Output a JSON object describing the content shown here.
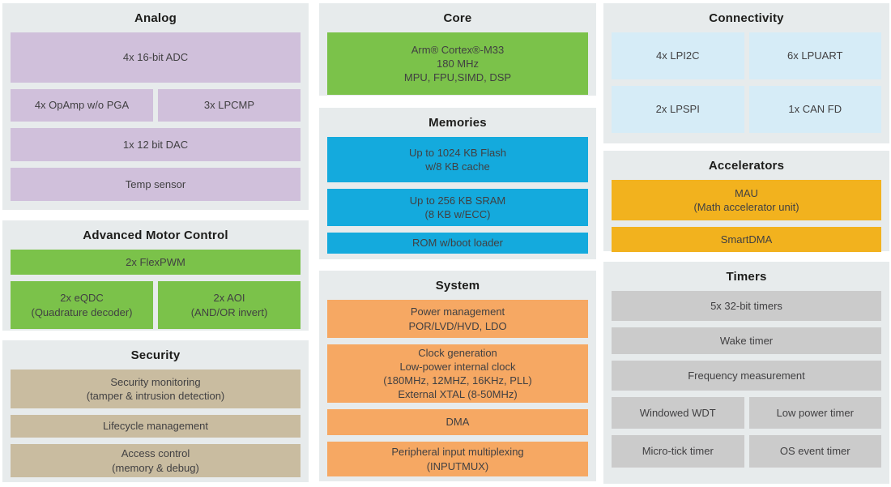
{
  "colors": {
    "panel_bg": "#e7ebec",
    "analog_purple": "#d0c0db",
    "green": "#7bc24a",
    "security_tan": "#c9bca0",
    "memory_blue": "#14aadd",
    "system_orange": "#f6a863",
    "connectivity_blue": "#d6ecf7",
    "accelerator_amber": "#f2b21e",
    "timer_gray": "#cbcbcb",
    "title_text": "#1d1d1b",
    "block_text": "#414042"
  },
  "panels": {
    "analog": {
      "title": "Analog",
      "adc": "4x 16-bit ADC",
      "opamp": "4x OpAmp w/o PGA",
      "lpcmp": "3x LPCMP",
      "dac": "1x 12 bit DAC",
      "temp_sensor": "Temp sensor"
    },
    "motor": {
      "title": "Advanced Motor Control",
      "flexpwm": "2x FlexPWM",
      "eqdc": {
        "line1": "2x eQDC",
        "line2": "(Quadrature decoder)"
      },
      "aoi": {
        "line1": "2x AOI",
        "line2": "(AND/OR invert)"
      }
    },
    "security": {
      "title": "Security",
      "monitoring": {
        "line1": "Security monitoring",
        "line2": "(tamper & intrusion detection)"
      },
      "lifecycle": "Lifecycle management",
      "access": {
        "line1": "Access control",
        "line2": "(memory & debug)"
      }
    },
    "core": {
      "title": "Core",
      "cpu": {
        "line1": "Arm® Cortex®-M33",
        "line2": "180 MHz",
        "line3": "MPU, FPU,SIMD, DSP"
      }
    },
    "memories": {
      "title": "Memories",
      "flash": {
        "line1": "Up to 1024 KB Flash",
        "line2": "w/8 KB cache"
      },
      "sram": {
        "line1": "Up to 256 KB SRAM",
        "line2": "(8 KB w/ECC)"
      },
      "rom": "ROM w/boot loader"
    },
    "system": {
      "title": "System",
      "power": {
        "line1": "Power management",
        "line2": "POR/LVD/HVD, LDO"
      },
      "clock": {
        "line1": "Clock generation",
        "line2": "Low-power internal clock",
        "line3": "(180MHz, 12MHZ, 16KHz, PLL)",
        "line4": "External XTAL (8-50MHz)"
      },
      "dma": "DMA",
      "inputmux": {
        "line1": "Peripheral input multiplexing",
        "line2": "(INPUTMUX)"
      }
    },
    "connectivity": {
      "title": "Connectivity",
      "lpi2c": "4x LPI2C",
      "lpuart": "6x LPUART",
      "lpspi": "2x LPSPI",
      "canfd": "1x CAN FD"
    },
    "accelerators": {
      "title": "Accelerators",
      "mau": {
        "line1": "MAU",
        "line2": "(Math accelerator unit)"
      },
      "smartdma": "SmartDMA"
    },
    "timers": {
      "title": "Timers",
      "timers32": "5x 32-bit timers",
      "wake": "Wake timer",
      "freq": "Frequency measurement",
      "wwdt": "Windowed WDT",
      "lptimer": "Low power timer",
      "utick": "Micro-tick timer",
      "ostimer": "OS event timer"
    }
  }
}
